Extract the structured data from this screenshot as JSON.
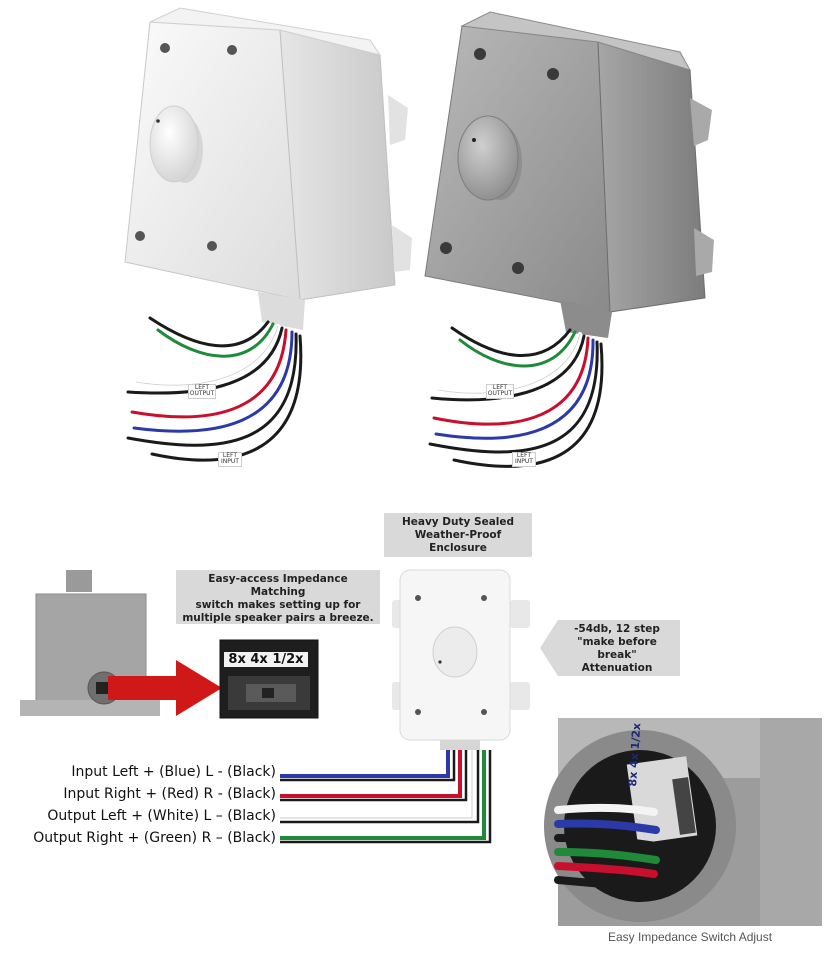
{
  "callouts": {
    "enclosure": "Heavy Duty Sealed\nWeather-Proof Enclosure",
    "impedance": "Easy-access Impedance Matching\nswitch makes setting up for\nmultiple speaker pairs a breeze.",
    "attenuation": "-54db, 12 step\n\"make before break\"\nAttenuation"
  },
  "impedance_switch_label": "8x 4x 1/2x",
  "zoom_switch_label": "8x 4x 1/2x",
  "wires": [
    {
      "label": "Input Left + (Blue) L - (Black)",
      "color": "#2b3aa8"
    },
    {
      "label": "Input Right + (Red) R - (Black)",
      "color": "#c8102e"
    },
    {
      "label": "Output Left + (White) L – (Black)",
      "color": "#ffffff"
    },
    {
      "label": "Output Right + (Green) R – (Black)",
      "color": "#1f8a3a"
    }
  ],
  "wire_tags": {
    "left_output": "LEFT\nOUTPUT",
    "left_input": "LEFT\nINPUT"
  },
  "caption": "Easy Impedance Switch Adjust",
  "colors": {
    "white_unit": "#eeeeee",
    "gray_unit": "#9a9a9a",
    "arrow": "#d01818"
  }
}
